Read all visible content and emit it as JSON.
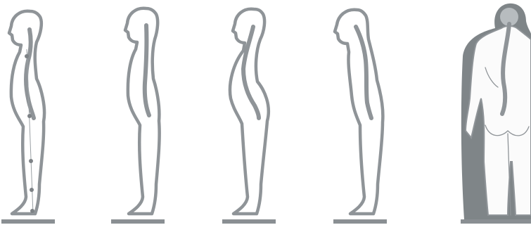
{
  "figures": [
    {
      "id": "posture-1",
      "view": "side",
      "plumb_line": true,
      "markers": 5
    },
    {
      "id": "posture-2",
      "view": "side",
      "plumb_line": false,
      "markers": 0
    },
    {
      "id": "posture-3",
      "view": "side",
      "plumb_line": false,
      "markers": 0
    },
    {
      "id": "posture-4",
      "view": "side",
      "plumb_line": false,
      "markers": 0
    },
    {
      "id": "posture-5",
      "view": "back",
      "plumb_line": false,
      "markers": 0
    }
  ],
  "colors": {
    "outline": "#8f9498",
    "fill": "#ffffff",
    "ground": "#8a8f93",
    "background_wash": "#7f8588",
    "head_highlight": "#b7bcbf"
  }
}
